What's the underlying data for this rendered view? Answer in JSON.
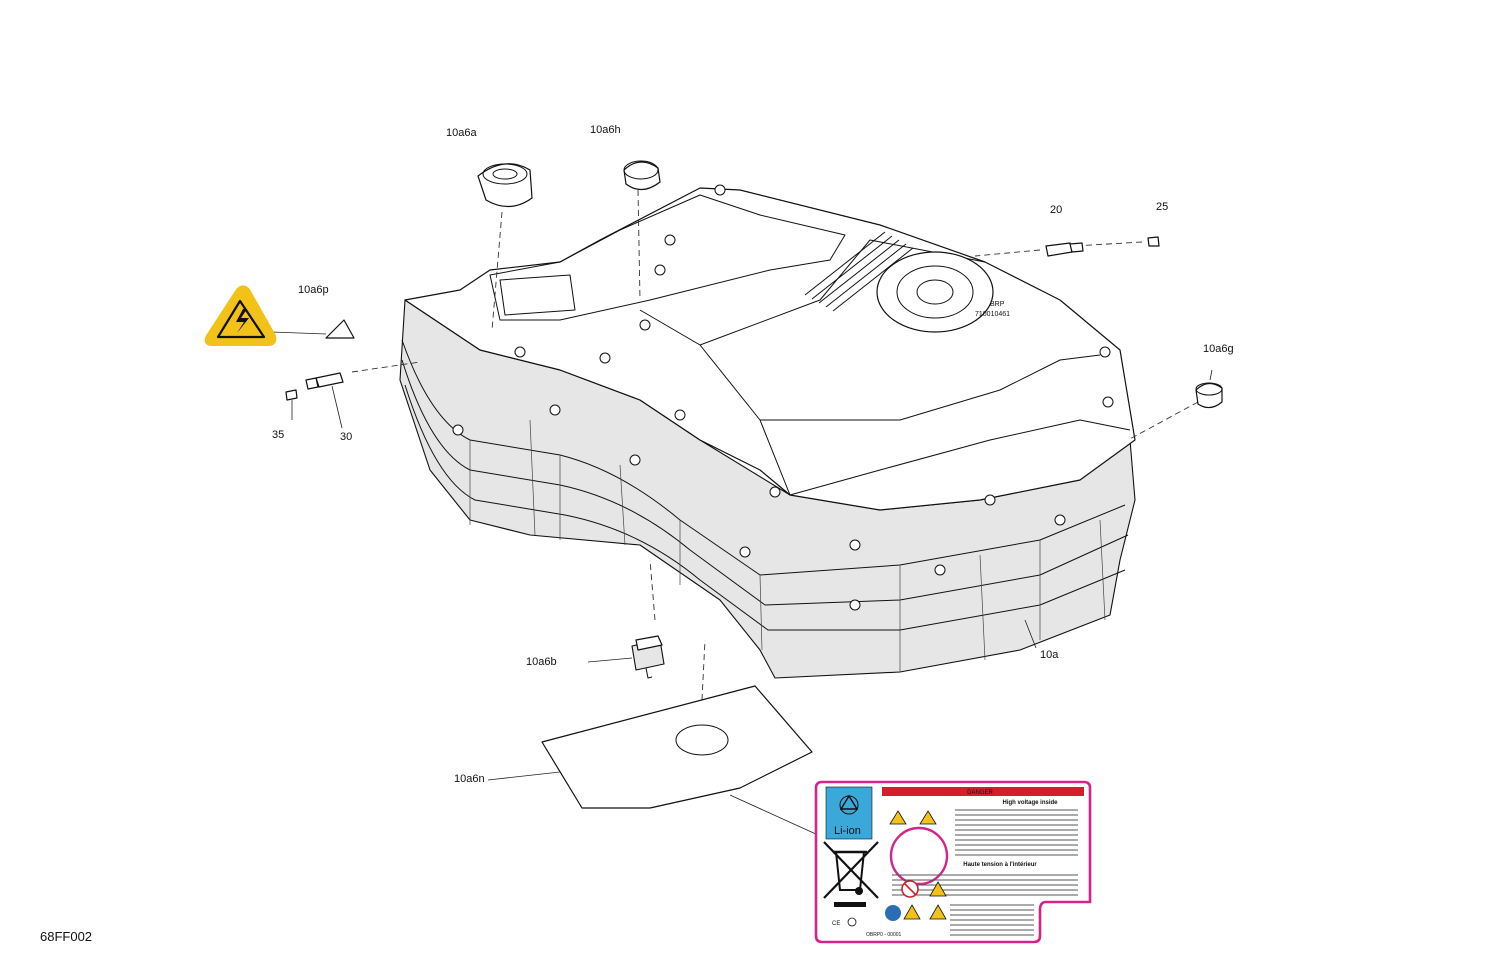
{
  "callouts": {
    "p10a6a": "10a6a",
    "p10a6h": "10a6h",
    "p20": "20",
    "p25": "25",
    "p10a6p": "10a6p",
    "p10a6g": "10a6g",
    "p35": "35",
    "p30": "30",
    "p10a": "10a",
    "p10a6b": "10a6b",
    "p10a6n": "10a6n"
  },
  "diagram_code": "68FF002",
  "label": {
    "battery_type": "Li-ion",
    "danger_heading": "DANGER",
    "english_title": "High voltage inside",
    "french_title": "Haute tension à l'intérieur",
    "part_number": "710010461",
    "brand": "BRP",
    "footer_text": "OBRP0 - 00001"
  },
  "colors": {
    "warning_yellow": "#f2c218",
    "label_border": "#d6238a",
    "recycle_blue": "#3aa8d8",
    "danger_bar": "#d11f2c",
    "housing_shade": "#e6e6e6"
  },
  "icons": {
    "warning_symbol": "high-voltage-warning-icon",
    "recycle": "recycle-icon",
    "bin": "crossed-bin-icon"
  }
}
